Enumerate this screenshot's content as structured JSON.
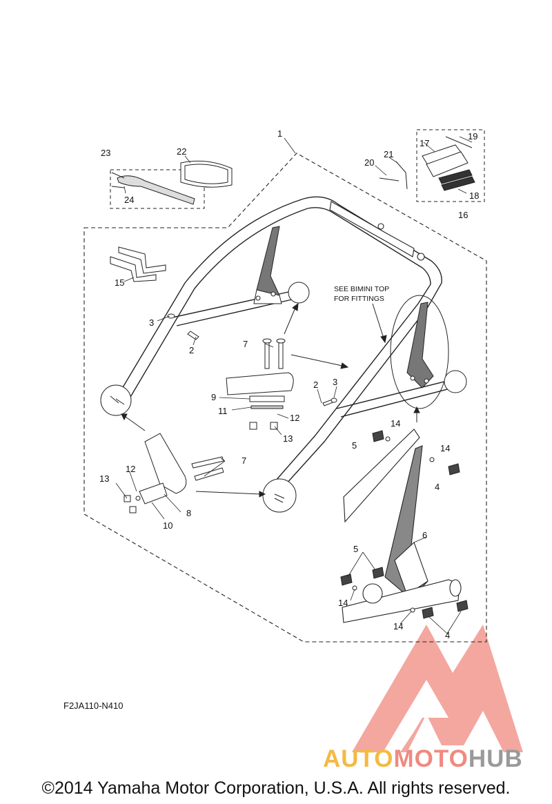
{
  "callouts": {
    "c1": "1",
    "c2a": "2",
    "c2b": "2",
    "c3a": "3",
    "c3b": "3",
    "c4a": "4",
    "c4b": "4",
    "c5a": "5",
    "c5b": "5",
    "c6": "6",
    "c7a": "7",
    "c7b": "7",
    "c8": "8",
    "c9": "9",
    "c10": "10",
    "c11": "11",
    "c12a": "12",
    "c12b": "12",
    "c13a": "13",
    "c13b": "13",
    "c14a": "14",
    "c14b": "14",
    "c14c": "14",
    "c14d": "14",
    "c15": "15",
    "c16": "16",
    "c17": "17",
    "c18": "18",
    "c19": "19",
    "c20": "20",
    "c21": "21",
    "c22": "22",
    "c23": "23",
    "c24": "24"
  },
  "note": {
    "line1": "SEE BIMINI TOP",
    "line2": "FOR FITTINGS"
  },
  "part_code": "F2JA110-N410",
  "watermark": {
    "part1": "AUTO",
    "part2": "MOTO",
    "part3": "HUB",
    "color_orange": "#f5b942",
    "color_red": "#f08a80",
    "color_gray": "#9a9a9a"
  },
  "copyright": "©2014 Yamaha Motor Corporation, U.S.A. All rights reserved."
}
